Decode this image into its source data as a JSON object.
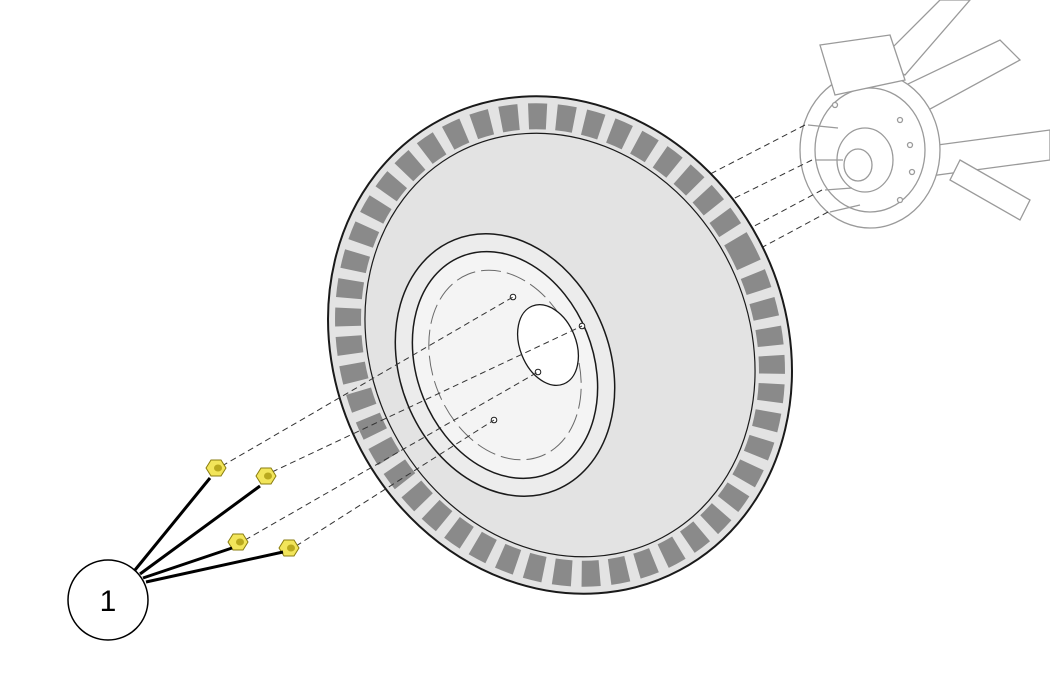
{
  "diagram": {
    "callouts": [
      {
        "id": "1",
        "label": "1",
        "part": "lug-nut",
        "count": 4
      }
    ],
    "colors": {
      "tire": "#e3e3e3",
      "tire_shadow": "#c8c8c8",
      "tread": "#d9d9d9",
      "rim": "#f4f4f4",
      "outline": "#1a1a1a",
      "hub_line": "#9a9a9a",
      "lug_nut": "#f2e55a",
      "lug_nut_shadow": "#b9a91e",
      "leader": "#000000"
    },
    "icons": [
      "lug-nut-icon",
      "wheel-assembly-icon",
      "hub-assembly-icon"
    ]
  }
}
